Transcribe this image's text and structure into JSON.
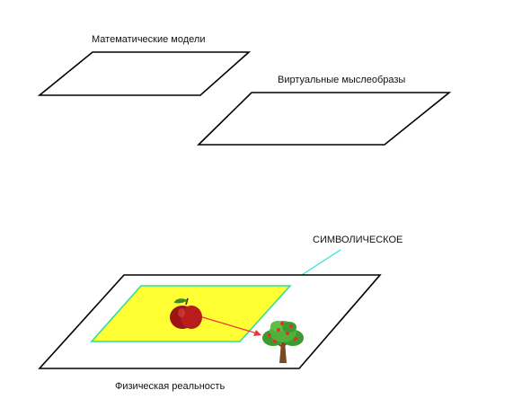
{
  "labels": {
    "mathematical_models": "Математические модели",
    "virtual_thought_images": "Виртуальные мыслеобразы",
    "symbolic": "СИМВОЛИЧЕСКОЕ",
    "physical_reality": "Физическая реальность"
  },
  "icons": {
    "apple": "apple-icon",
    "tree": "apple-tree-icon"
  },
  "colors": {
    "outline": "#000000",
    "symbolic_fill": "#ffff33",
    "symbolic_border": "#33dd99",
    "symbolic_arrow": "#33dddd",
    "reference_arrow": "#ee3333",
    "apple": "#b01818",
    "tree_foliage": "#3d9a2e",
    "tree_trunk": "#7a4a22"
  }
}
